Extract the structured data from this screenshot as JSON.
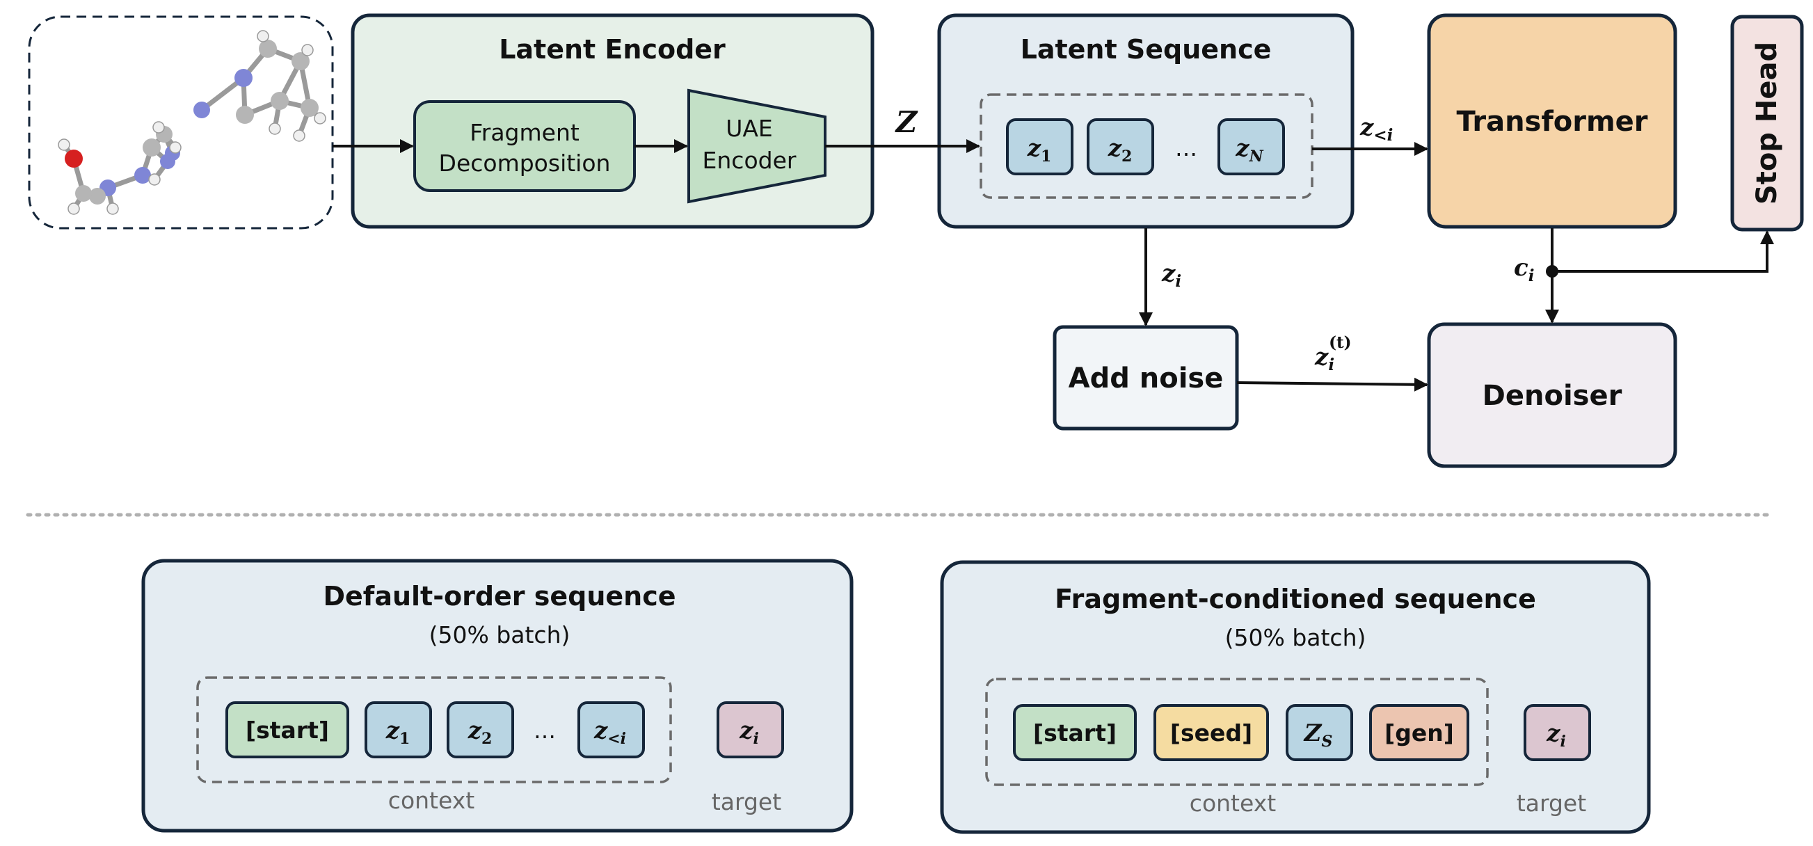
{
  "colors": {
    "stroke": "#15263a",
    "encoder_panel": "#e6f0e8",
    "sequence_panel": "#e4ecf2",
    "fragment_box": "#c3e0c6",
    "uae_box": "#c3e0c6",
    "z_token": "#b9d5e3",
    "transformer": "#f6d4a8",
    "stop_head": "#f3e2e1",
    "denoiser": "#f1edf2",
    "add_noise": "#f2f5f8",
    "start_token": "#c3e0c6",
    "seed_token": "#f5dca1",
    "gen_token": "#ecc5b0",
    "target_token": "#dcc6d0",
    "bottom_panel": "#e4ecf2",
    "dashed": "#6a6a6a",
    "separator": "#b0b0b0",
    "atom_carbon": "#b5b5b5",
    "atom_nitrogen": "#7f86d6",
    "atom_oxygen": "#d62020",
    "atom_hydrogen": "#f0f0f0"
  },
  "encoder": {
    "title": "Latent Encoder",
    "fragment_line1": "Fragment",
    "fragment_line2": "Decomposition",
    "uae_line1": "UAE",
    "uae_line2": "Encoder"
  },
  "z_label": "Z",
  "sequence": {
    "title": "Latent Sequence",
    "tokens": [
      {
        "base": "z",
        "sub": "1"
      },
      {
        "base": "z",
        "sub": "2"
      },
      {
        "base": "z",
        "sub": "N"
      }
    ],
    "ellipsis": "…"
  },
  "arrows": {
    "z_less_i": {
      "base": "z",
      "sub": "<i"
    },
    "z_i": {
      "base": "z",
      "sub": "i"
    },
    "c_i": {
      "base": "c",
      "sub": "i"
    },
    "z_i_t": {
      "base": "z",
      "sub": "i",
      "sup": "(t)"
    }
  },
  "transformer": {
    "label": "Transformer"
  },
  "stop_head": {
    "label": "Stop Head"
  },
  "add_noise": {
    "label": "Add noise"
  },
  "denoiser": {
    "label": "Denoiser"
  },
  "default_order": {
    "title": "Default-order sequence",
    "subtitle": "(50% batch)",
    "start": "[start]",
    "tokens": [
      {
        "base": "z",
        "sub": "1"
      },
      {
        "base": "z",
        "sub": "2"
      },
      {
        "base": "z",
        "sub": "<i"
      }
    ],
    "ellipsis": "…",
    "target": {
      "base": "z",
      "sub": "i"
    },
    "context_label": "context",
    "target_label": "target"
  },
  "fragment_conditioned": {
    "title": "Fragment-conditioned sequence",
    "subtitle": "(50% batch)",
    "start": "[start]",
    "seed": "[seed]",
    "zs": {
      "base": "Z",
      "sub": "S"
    },
    "gen": "[gen]",
    "target": {
      "base": "z",
      "sub": "i"
    },
    "context_label": "context",
    "target_label": "target"
  }
}
